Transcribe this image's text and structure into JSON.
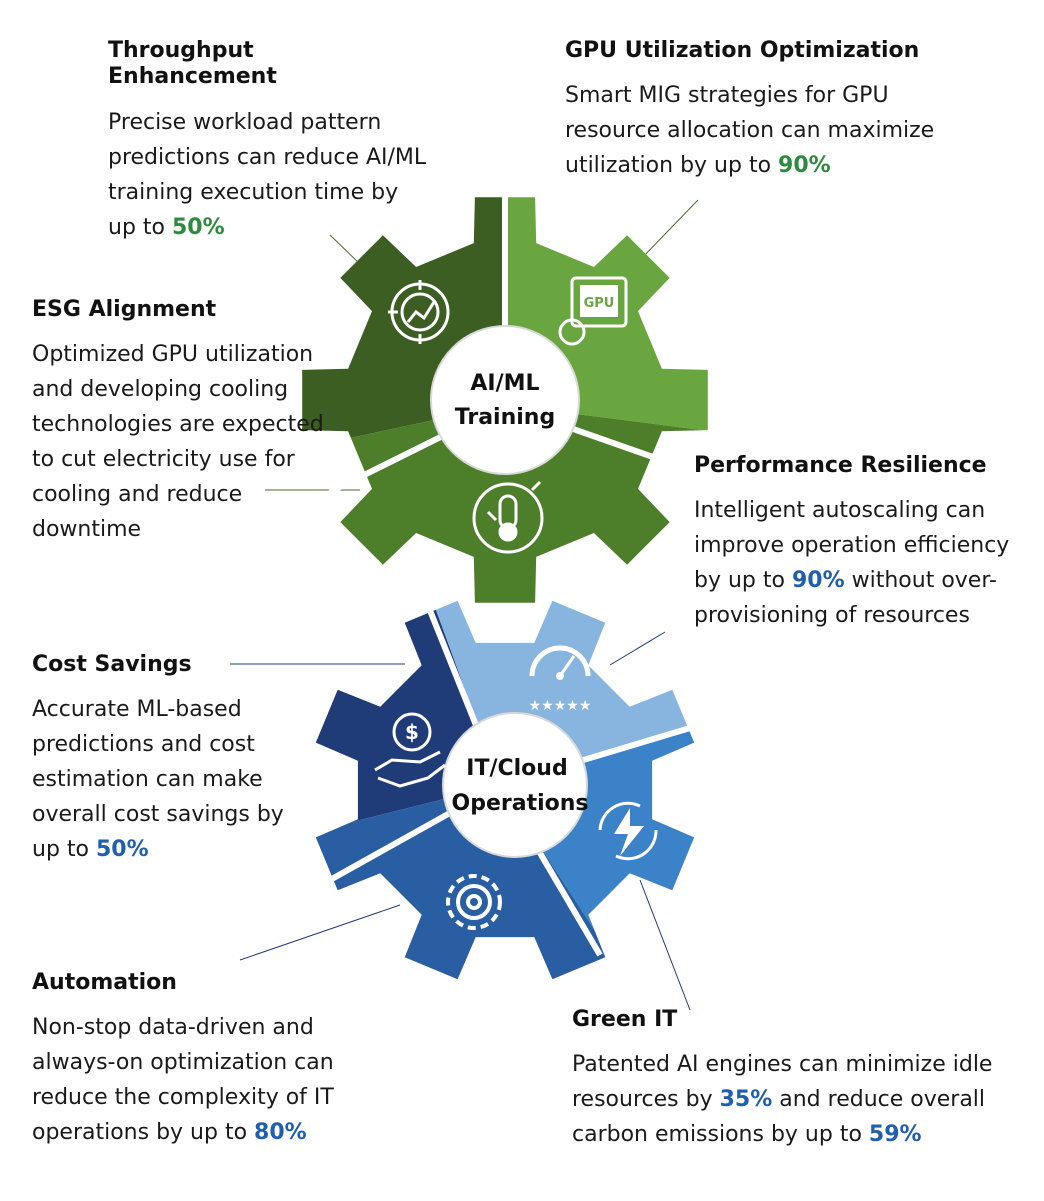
{
  "hubs": {
    "top": [
      "AI/ML",
      "Training"
    ],
    "bottom": [
      "IT/Cloud",
      "Operations"
    ]
  },
  "icons": {
    "gpu_label": "GPU"
  },
  "colors": {
    "green_dark": "#35521f",
    "green_mid": "#4f7e2b",
    "green_light": "#6fad45",
    "blue_dark": "#1f3c78",
    "blue_light": "#8ab7e0",
    "blue_mid": "#3a7dc3",
    "highlight_green": "#2e8b3e",
    "highlight_blue": "#1f5fae"
  },
  "items": {
    "throughput": {
      "title": "Throughput Enhancement",
      "text": "Precise workload pattern predictions can reduce AI/ML training execution time by up to ",
      "value": "50%"
    },
    "gpu": {
      "title": "GPU Utilization Optimization",
      "text": "Smart MIG strategies for GPU resource allocation can maximize utilization by up to ",
      "value": "90%"
    },
    "esg": {
      "title": "ESG Alignment",
      "text": "Optimized GPU utilization and developing cooling technologies are expected to cut electricity use for cooling and reduce downtime"
    },
    "performance": {
      "title": "Performance Resilience",
      "text_before": "Intelligent autoscaling can improve operation efficiency by up to ",
      "value": "90%",
      "text_after": " without over-provisioning of resources"
    },
    "cost": {
      "title": "Cost Savings",
      "text": "Accurate ML-based predictions and cost estimation can make overall cost savings by up to ",
      "value": "50%"
    },
    "automation": {
      "title": "Automation",
      "text": "Non-stop data-driven and always-on optimization can reduce the complexity of IT operations by up to ",
      "value": "80%"
    },
    "green": {
      "title": "Green IT",
      "text_before": "Patented AI engines can minimize idle resources by ",
      "value1": "35%",
      "text_mid": " and reduce overall carbon emissions by up to ",
      "value2": "59%"
    }
  }
}
